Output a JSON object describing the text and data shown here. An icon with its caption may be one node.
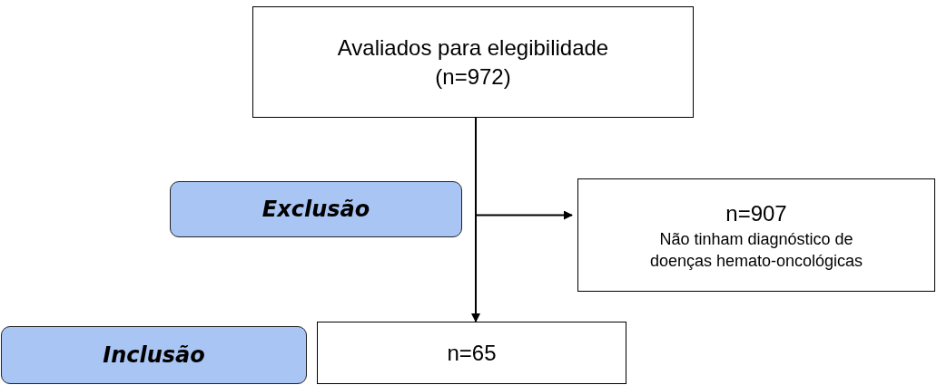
{
  "diagram": {
    "nodes": [
      {
        "text": [
          "Avaliados para elegibilidade (n=972)"
        ]
      },
      {
        "text": [
          "Exclusão"
        ]
      },
      {
        "text": [
          "n=907",
          "Não tinham diagnóstico de doenças hemato-oncológicas"
        ]
      },
      {
        "text": [
          "Inclusão"
        ]
      },
      {
        "text": [
          "n=65"
        ]
      }
    ],
    "edges": [
      {
        "from": 0,
        "to": 4,
        "arrow": "to"
      },
      {
        "from": 0,
        "to": 2,
        "arrow": "to"
      }
    ]
  }
}
